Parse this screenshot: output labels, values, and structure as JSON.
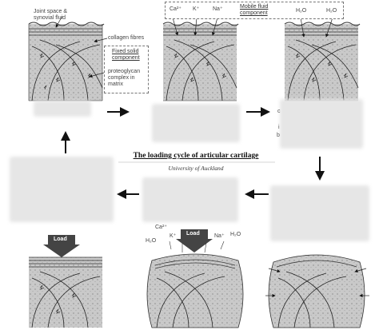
{
  "labels": {
    "joint_space": "Joint space &",
    "synovial_fluid": "synovial fluid",
    "collagen": "collagen fibres",
    "fixed1": "Fixed solid",
    "fixed2": "component",
    "proteo1": "proteoglycan",
    "proteo2": "complex in",
    "proteo3": "matrix",
    "mobile1": "Mobile fluid",
    "mobile2": "component",
    "ca": "Ca²⁺",
    "k": "K⁺",
    "na": "Na⁺",
    "h2o": "H₂O"
  },
  "title": "The loading cycle of articular cartilage",
  "subtitle": "University of Auckland",
  "load_label": "Load",
  "fragments": [
    "c",
    "i",
    "b"
  ]
}
